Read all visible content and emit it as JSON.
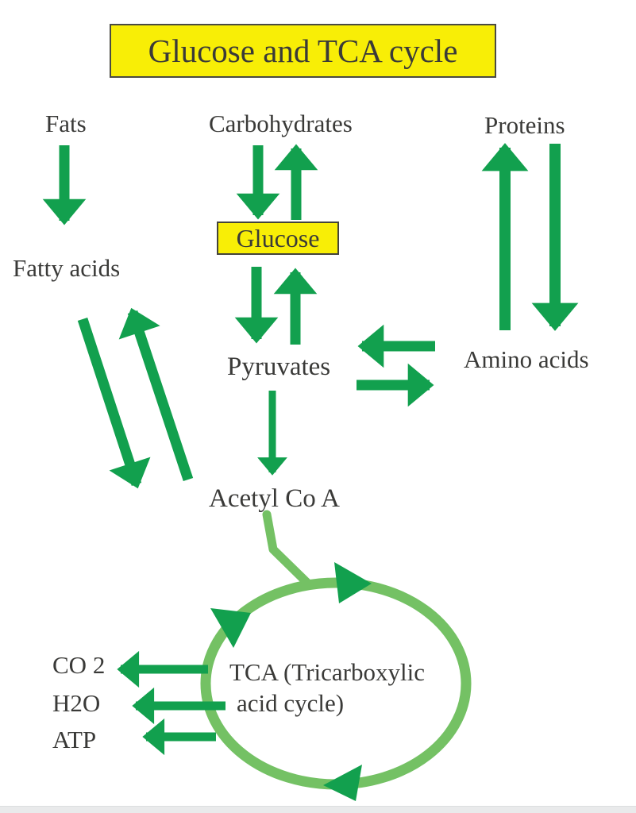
{
  "title": "Glucose and TCA cycle",
  "labels": {
    "fats": "Fats",
    "carbohydrates": "Carbohydrates",
    "proteins": "Proteins",
    "fatty_acids": "Fatty acids",
    "glucose": "Glucose",
    "pyruvates": "Pyruvates",
    "amino_acids": "Amino acids",
    "acetyl_co_a": "Acetyl Co A",
    "tca_line1": "TCA (Tricarboxylic",
    "tca_line2": "acid cycle)",
    "co2": "CO 2",
    "h2o": "H2O",
    "atp": "ATP"
  },
  "colors": {
    "arrow_green": "#12a04e",
    "cycle_green": "#74c164",
    "highlight_yellow": "#f8ee06",
    "text_dark": "#3a3a38"
  },
  "edges": [
    {
      "from": "Fats",
      "to": "Fatty acids",
      "style": "one-way"
    },
    {
      "from": "Carbohydrates",
      "to": "Glucose",
      "style": "two-way"
    },
    {
      "from": "Glucose",
      "to": "Pyruvates",
      "style": "two-way"
    },
    {
      "from": "Proteins",
      "to": "Amino acids",
      "style": "two-way"
    },
    {
      "from": "Amino acids",
      "to": "Pyruvates",
      "style": "two-way"
    },
    {
      "from": "Fatty acids",
      "to": "Acetyl Co A",
      "style": "two-way"
    },
    {
      "from": "Pyruvates",
      "to": "Acetyl Co A",
      "style": "one-way"
    },
    {
      "from": "Acetyl Co A",
      "to": "TCA cycle",
      "style": "one-way"
    },
    {
      "from": "TCA cycle",
      "to": "CO 2",
      "style": "one-way"
    },
    {
      "from": "TCA cycle",
      "to": "H2O",
      "style": "one-way"
    },
    {
      "from": "TCA cycle",
      "to": "ATP",
      "style": "one-way"
    }
  ]
}
